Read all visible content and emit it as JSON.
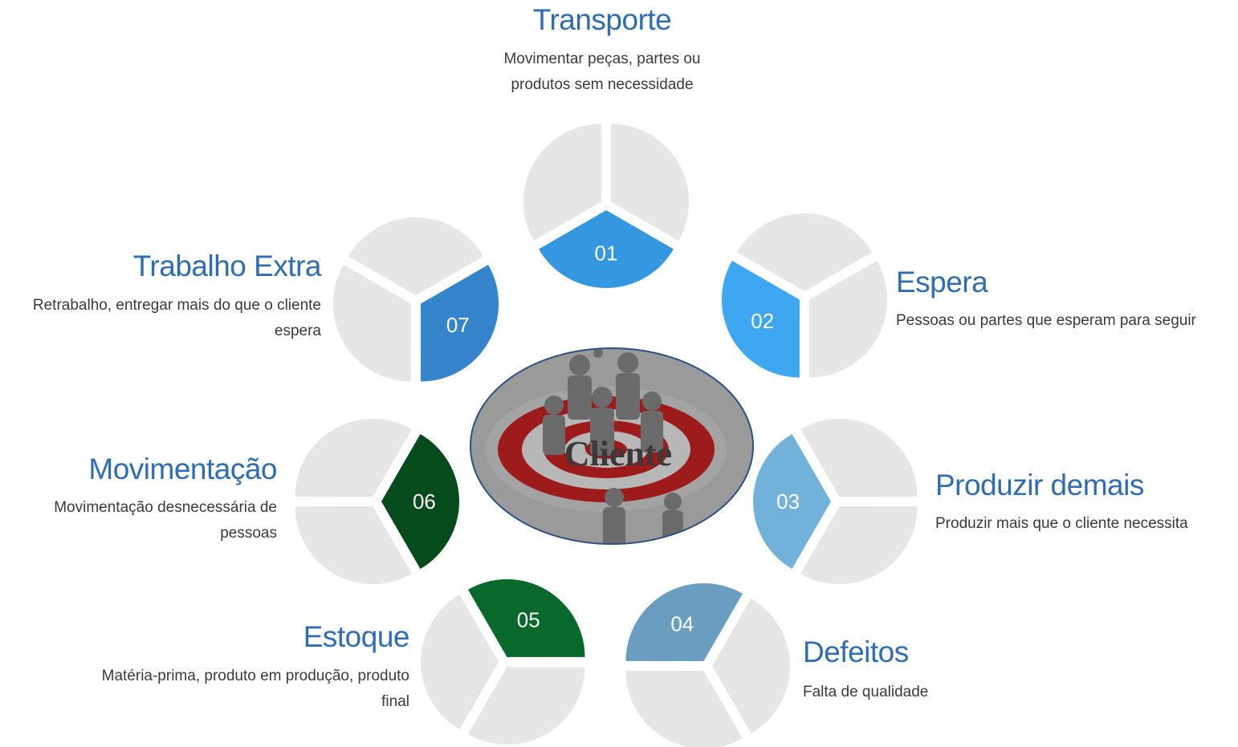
{
  "center": {
    "label": "Cliente",
    "colors": {
      "ellipse_bg": "#8c8c8c",
      "target_red": "#9e1b1b",
      "border": "#2b4f86"
    }
  },
  "segment_color_gray": "#e6e6e6",
  "items": [
    {
      "number": "01",
      "title": "Transporte",
      "description": "Movimentar peças, partes ou produtos sem necessidade",
      "color": "#3497e0"
    },
    {
      "number": "02",
      "title": "Espera",
      "description": "Pessoas ou partes que esperam para seguir",
      "color": "#3ea7f2"
    },
    {
      "number": "03",
      "title": "Produzir demais",
      "description": "Produzir mais que o cliente necessita",
      "color": "#72b1d9"
    },
    {
      "number": "04",
      "title": "Defeitos",
      "description": "Falta de qualidade",
      "color": "#6a9ec0"
    },
    {
      "number": "05",
      "title": "Estoque",
      "description": "Matéria-prima, produto em produção, produto final",
      "color": "#09692a"
    },
    {
      "number": "06",
      "title": "Movimentação",
      "description": "Movimentação desnecessária de pessoas",
      "color": "#054b1c"
    },
    {
      "number": "07",
      "title": "Trabalho Extra",
      "description": "Retrabalho, entregar mais do que o cliente espera",
      "color": "#3584cc"
    }
  ]
}
